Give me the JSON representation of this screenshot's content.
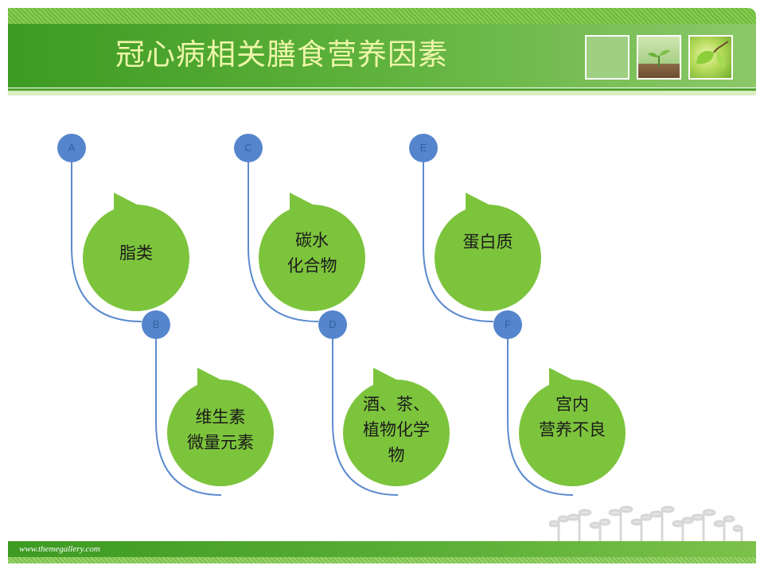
{
  "slide": {
    "title": "冠心病相关膳食营养因素"
  },
  "nodes": [
    {
      "letter": "A",
      "lines": [
        "脂类"
      ]
    },
    {
      "letter": "B",
      "lines": [
        "维生素",
        "微量元素"
      ]
    },
    {
      "letter": "C",
      "lines": [
        "碳水",
        "化合物"
      ]
    },
    {
      "letter": "D",
      "lines": [
        "酒、茶、",
        "植物化学",
        "物"
      ]
    },
    {
      "letter": "E",
      "lines": [
        "蛋白质"
      ]
    },
    {
      "letter": "F",
      "lines": [
        "宫内",
        "营养不良"
      ]
    }
  ],
  "footer": {
    "url": "www.themegallery.com"
  },
  "colors": {
    "title_text": "#eef6a9",
    "bubble": "#7dc43d",
    "node": "#5585cc",
    "connector": "#5d8bd0"
  }
}
